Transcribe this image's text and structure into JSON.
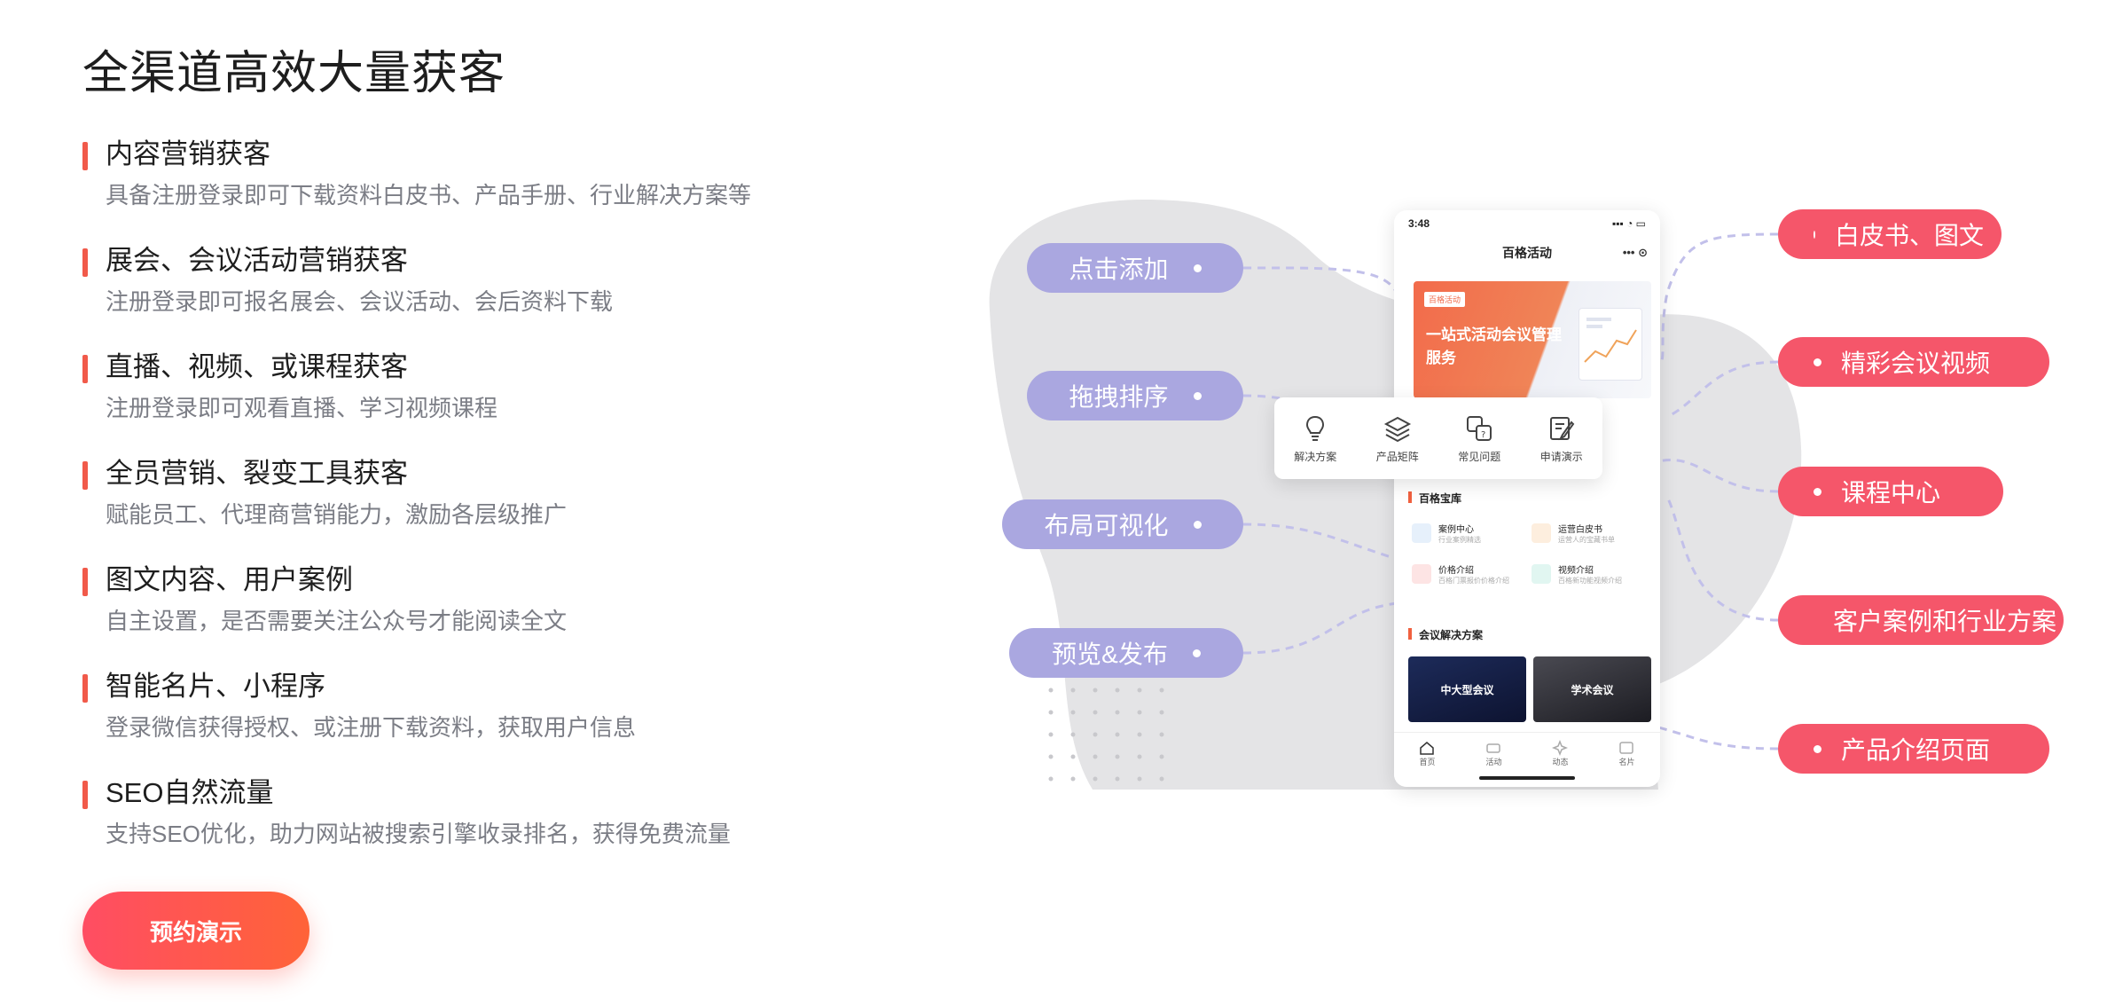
{
  "page": {
    "title": "全渠道高效大量获客"
  },
  "features": [
    {
      "title": "内容营销获客",
      "desc": "具备注册登录即可下载资料白皮书、产品手册、行业解决方案等"
    },
    {
      "title": "展会、会议活动营销获客",
      "desc": "注册登录即可报名展会、会议活动、会后资料下载"
    },
    {
      "title": "直播、视频、或课程获客",
      "desc": "注册登录即可观看直播、学习视频课程"
    },
    {
      "title": "全员营销、裂变工具获客",
      "desc": "赋能员工、代理商营销能力，激励各层级推广"
    },
    {
      "title": "图文内容、用户案例",
      "desc": "自主设置，是否需要关注公众号才能阅读全文"
    },
    {
      "title": "智能名片、小程序",
      "desc": "登录微信获得授权、或注册下载资料，获取用户信息"
    },
    {
      "title": "SEO自然流量",
      "desc": "支持SEO优化，助力网站被搜索引擎收录排名，获得免费流量"
    }
  ],
  "cta": {
    "label": "预约演示"
  },
  "diagram": {
    "left_pills": [
      "点击添加",
      "拖拽排序",
      "布局可视化",
      "预览&发布"
    ],
    "right_pills": [
      "白皮书、图文",
      "精彩会议视频",
      "课程中心",
      "客户案例和行业方案",
      "产品介绍页面"
    ],
    "colors": {
      "left_pill": "#aaa7e0",
      "right_pill": "#f5566a",
      "accent": "#f15a4a",
      "connector": "#c2c0ea"
    }
  },
  "phone": {
    "time": "3:48",
    "header_title": "百格活动",
    "banner_badge": "百格活动",
    "banner_text": "一站式活动会议管理服务",
    "icons": [
      {
        "label": "解决方案",
        "icon": "lightbulb-icon"
      },
      {
        "label": "产品矩阵",
        "icon": "layers-icon"
      },
      {
        "label": "常见问题",
        "icon": "faq-icon"
      },
      {
        "label": "申请演示",
        "icon": "edit-icon"
      }
    ],
    "library_title": "百格宝库",
    "library_items": [
      {
        "title": "案例中心",
        "sub": "行业案例精选"
      },
      {
        "title": "运营白皮书",
        "sub": "运营人的宝藏书单"
      },
      {
        "title": "价格介绍",
        "sub": "百格门票报价价格介绍"
      },
      {
        "title": "视频介绍",
        "sub": "百格新功能视频介绍"
      }
    ],
    "solutions_title": "会议解决方案",
    "solutions": [
      "中大型会议",
      "学术会议"
    ],
    "tabs": [
      "首页",
      "活动",
      "动态",
      "名片"
    ]
  }
}
